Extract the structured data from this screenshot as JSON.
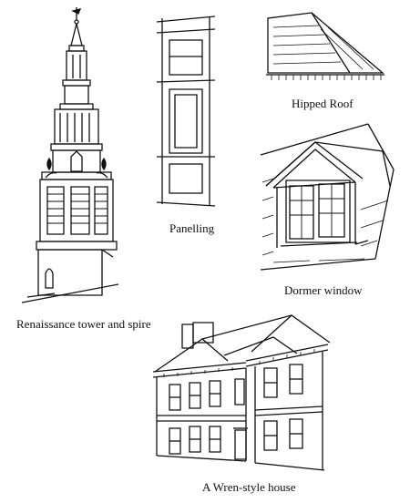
{
  "captions": {
    "tower": "Renaissance tower and spire",
    "panelling": "Panelling",
    "roof": "Hipped Roof",
    "dormer": "Dormer window",
    "house": "A Wren-style house"
  },
  "colors": {
    "ink": "#111111",
    "paper": "#ffffff"
  }
}
